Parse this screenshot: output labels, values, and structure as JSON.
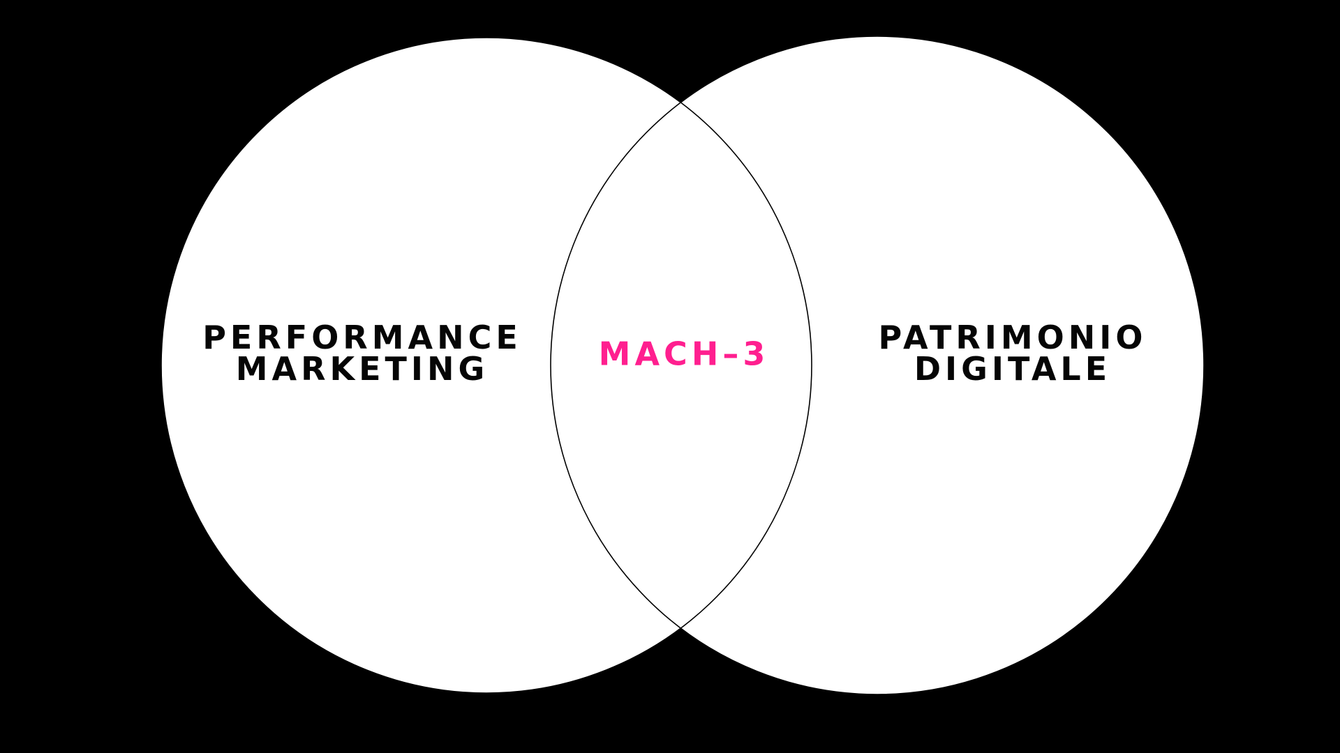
{
  "diagram": {
    "type": "venn",
    "left_circle": {
      "label_lines": [
        "PERFORMANCE",
        "MARKETING"
      ]
    },
    "right_circle": {
      "label_lines": [
        "PATRIMONIO",
        "DIGITALE"
      ]
    },
    "intersection": {
      "label": "MACH–3"
    }
  },
  "colors": {
    "background": "#000000",
    "circle_fill": "#FFFFFF",
    "circle_outline": "#000000",
    "label_color": "#050505",
    "intersection_label_color": "#FF1F8F"
  }
}
